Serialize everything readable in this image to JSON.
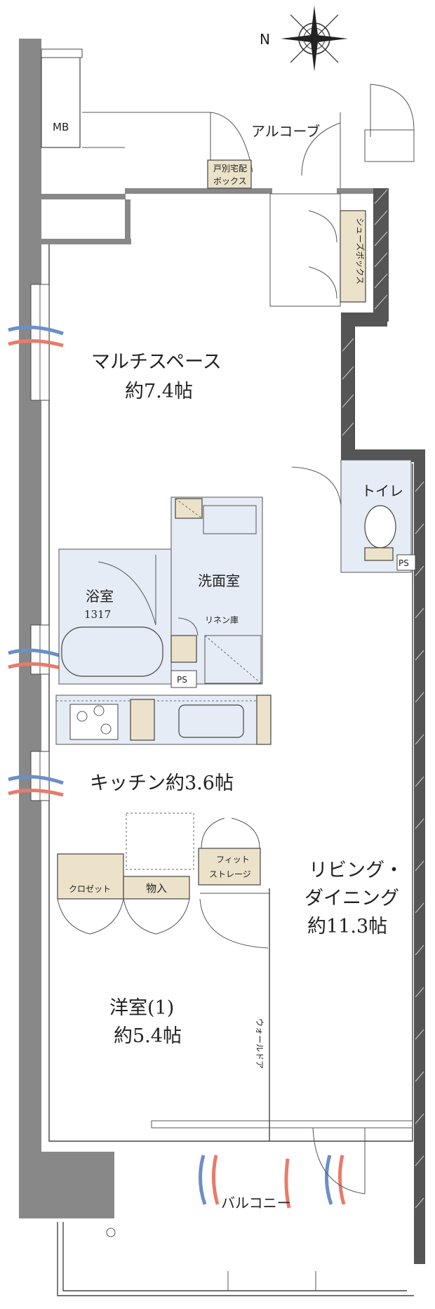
{
  "compass": {
    "north_label": "N"
  },
  "rooms": {
    "mb": "MB",
    "alcove": "アルコーブ",
    "delivery_box_line1": "戸別宅配",
    "delivery_box_line2": "ボックス",
    "shoe_box": "シューズボックス",
    "multi_space_name": "マルチスペース",
    "multi_space_size": "約7.4帖",
    "toilet": "トイレ",
    "ps_toilet": "PS",
    "bath_name": "浴室",
    "bath_size": "1317",
    "washroom": "洗面室",
    "linen": "リネン庫",
    "ps_wash": "PS",
    "kitchen": "キッチン約3.6帖",
    "fit_storage_line1": "フィット",
    "fit_storage_line2": "ストレージ",
    "closet": "クロゼット",
    "storage": "物入",
    "living_line1": "リビング・",
    "living_line2": "ダイニング",
    "living_size": "約11.3帖",
    "western_name": "洋室(1)",
    "western_size": "約5.4帖",
    "wall_door": "ウォールドア",
    "balcony": "バルコニー"
  },
  "colors": {
    "wall": "#888888",
    "wet_area": "#e6ecf5",
    "storage": "#ebe2c9",
    "air_in": "#e87b6a",
    "air_out": "#6b8fc7"
  }
}
